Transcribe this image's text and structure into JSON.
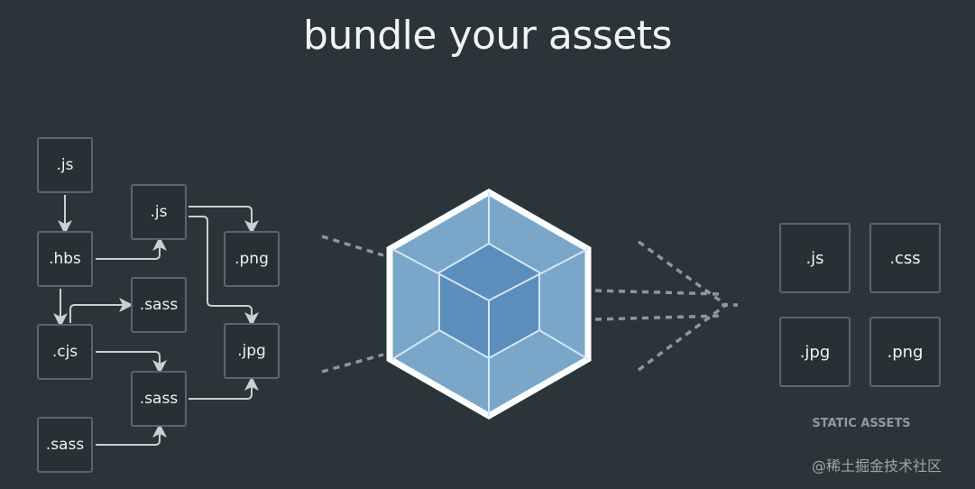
{
  "title": "bundle your assets",
  "source_modules": [
    {
      "label": ".js"
    },
    {
      "label": ".js"
    },
    {
      "label": ".hbs"
    },
    {
      "label": ".png"
    },
    {
      "label": ".sass"
    },
    {
      "label": ".cjs"
    },
    {
      "label": ".jpg"
    },
    {
      "label": ".sass"
    },
    {
      "label": ".sass"
    }
  ],
  "bundler": {
    "icon": "webpack-cube-icon",
    "colors": {
      "outer": "#7aa7c9",
      "inner": "#5b8dbd",
      "frame": "#ffffff"
    }
  },
  "static_assets": {
    "items": [
      {
        "label": ".js"
      },
      {
        "label": ".css"
      },
      {
        "label": ".jpg"
      },
      {
        "label": ".png"
      }
    ],
    "caption": "STATIC ASSETS"
  },
  "watermark": "@稀土掘金技术社区"
}
